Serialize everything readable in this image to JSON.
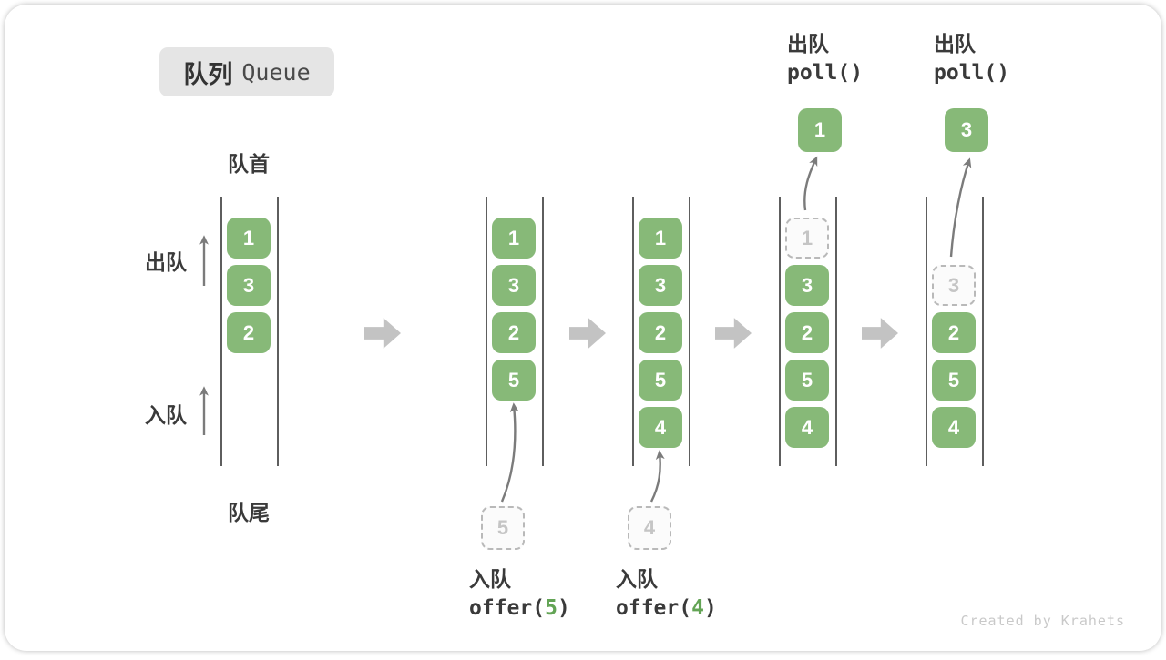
{
  "title": {
    "zh": "队列",
    "en": "Queue"
  },
  "labels": {
    "head": "队首",
    "tail": "队尾",
    "dequeue_side": "出队",
    "enqueue_side": "入队"
  },
  "watermark": "Created by Krahets",
  "colors": {
    "box_green": "#87b978",
    "code_green": "#63a455",
    "dark_text": "#3a3a3a",
    "block_arrow": "#c3c3c3",
    "dashed_border": "#b9b9b9",
    "badge_bg": "#e5e5e5"
  },
  "states": [
    {
      "name": "state-initial",
      "boxes": [
        {
          "slot": 0,
          "value": "1",
          "style": "filled"
        },
        {
          "slot": 1,
          "value": "3",
          "style": "filled"
        },
        {
          "slot": 2,
          "value": "2",
          "style": "filled"
        }
      ]
    },
    {
      "name": "state-after-offer-5",
      "boxes": [
        {
          "slot": 0,
          "value": "1",
          "style": "filled"
        },
        {
          "slot": 1,
          "value": "3",
          "style": "filled"
        },
        {
          "slot": 2,
          "value": "2",
          "style": "filled"
        },
        {
          "slot": 3,
          "value": "5",
          "style": "filled"
        }
      ],
      "incoming_value": "5",
      "caption": {
        "op": "入队",
        "code_pre": "offer(",
        "code_arg": "5",
        "code_post": ")"
      }
    },
    {
      "name": "state-after-offer-4",
      "boxes": [
        {
          "slot": 0,
          "value": "1",
          "style": "filled"
        },
        {
          "slot": 1,
          "value": "3",
          "style": "filled"
        },
        {
          "slot": 2,
          "value": "2",
          "style": "filled"
        },
        {
          "slot": 3,
          "value": "5",
          "style": "filled"
        },
        {
          "slot": 4,
          "value": "4",
          "style": "filled"
        }
      ],
      "incoming_value": "4",
      "caption": {
        "op": "入队",
        "code_pre": "offer(",
        "code_arg": "4",
        "code_post": ")"
      }
    },
    {
      "name": "state-after-poll-1",
      "boxes": [
        {
          "slot": 0,
          "value": "1",
          "style": "dashed"
        },
        {
          "slot": 1,
          "value": "3",
          "style": "filled"
        },
        {
          "slot": 2,
          "value": "2",
          "style": "filled"
        },
        {
          "slot": 3,
          "value": "5",
          "style": "filled"
        },
        {
          "slot": 4,
          "value": "4",
          "style": "filled"
        }
      ],
      "outgoing_value": "1",
      "caption_top": {
        "op": "出队",
        "code": "poll()"
      }
    },
    {
      "name": "state-after-poll-3",
      "boxes": [
        {
          "slot": 1,
          "value": "3",
          "style": "dashed"
        },
        {
          "slot": 2,
          "value": "2",
          "style": "filled"
        },
        {
          "slot": 3,
          "value": "5",
          "style": "filled"
        },
        {
          "slot": 4,
          "value": "4",
          "style": "filled"
        }
      ],
      "outgoing_value": "3",
      "caption_top": {
        "op": "出队",
        "code": "poll()"
      }
    }
  ]
}
